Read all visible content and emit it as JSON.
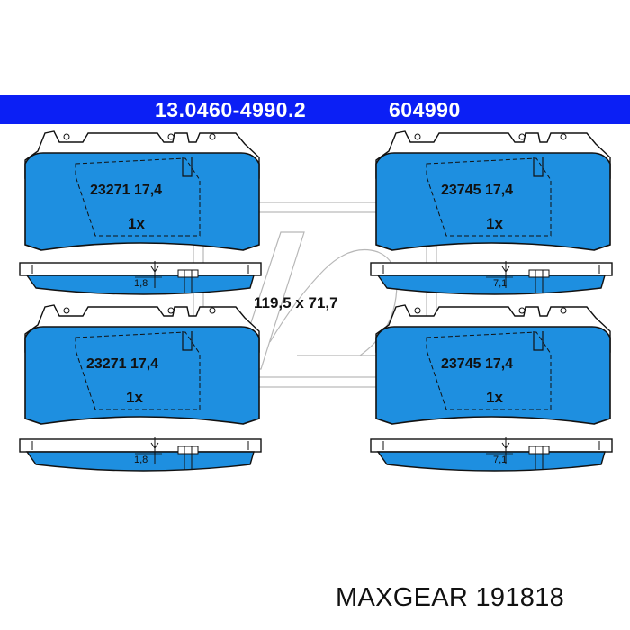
{
  "header": {
    "part_number": "13.0460-4990.2",
    "code": "604990",
    "bar_color": "#0b1ff5"
  },
  "pads": [
    {
      "label": "23271 17,4",
      "qty": "1x",
      "thickness": "1,8"
    },
    {
      "label": "23745 17,4",
      "qty": "1x",
      "thickness": "7,1"
    },
    {
      "label": "23271 17,4",
      "qty": "1x",
      "thickness": "1,8"
    },
    {
      "label": "23745 17,4",
      "qty": "1x",
      "thickness": "7,1"
    }
  ],
  "dimensions": "119,5 x 71,7",
  "pad_color": "#1e8fe0",
  "watermark_icon": "ate-logo-watermark",
  "footer": "MAXGEAR 191818"
}
